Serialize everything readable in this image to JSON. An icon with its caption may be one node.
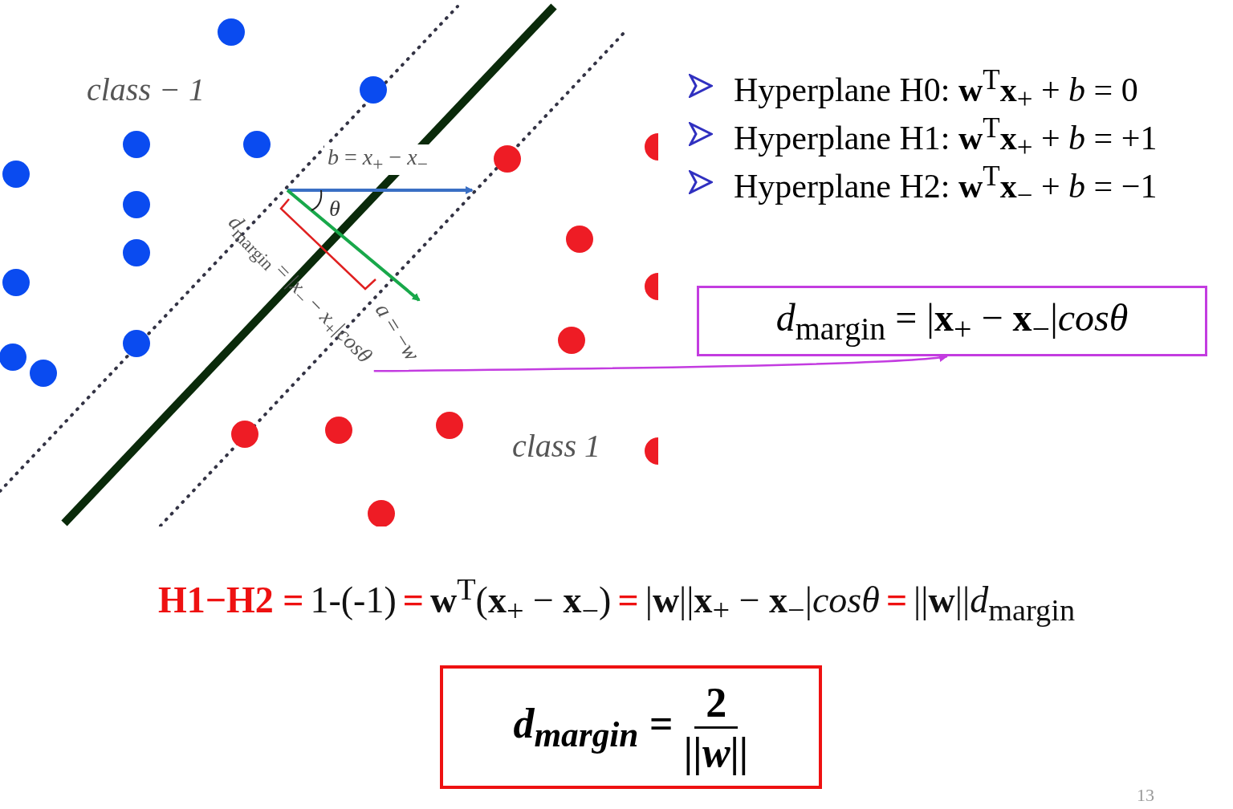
{
  "diagram": {
    "nodes": [
      {
        "text": [
          "*d*$_{margin}$ = |*x*$_{−}$ − *x*$_{+}$|*cosθ*"
        ]
      },
      {
        "text": [
          "*d*$_{margin}$ = |**x**$_{+}$ − **x**$_{−}$|*cosθ*"
        ]
      },
      {
        "text": [
          "d$_{margin}$ =",
          "2",
          "||w||"
        ]
      }
    ],
    "edges": [
      {
        "from": 0,
        "to": 1,
        "arrow": "to"
      }
    ],
    "labels": [
      "class − 1",
      "*b* = *x*$_{+}$ − *x*$_{−}$",
      "θ",
      "*a* = −*w*",
      "class 1",
      "Hyperplane H0: **w**$^{T}$**x**$_{+}$ + *b* = 0",
      "Hyperplane H1: **w**$^{T}$**x**$_{+}$ + *b* = +1",
      "Hyperplane H2: **w**$^{T}$**x**$_{−}$ + *b* = −1",
      "H1−H2 =",
      "1-(-1)",
      "=",
      "**w**$^{T}$(**x**$_{+}$ − **x**$_{−}$)",
      "=",
      "|**w**||**x**$_{+}$ − **x**$_{−}$|*cosθ*",
      "=",
      "||**w**||*d*$_{margin}$",
      "13"
    ]
  }
}
